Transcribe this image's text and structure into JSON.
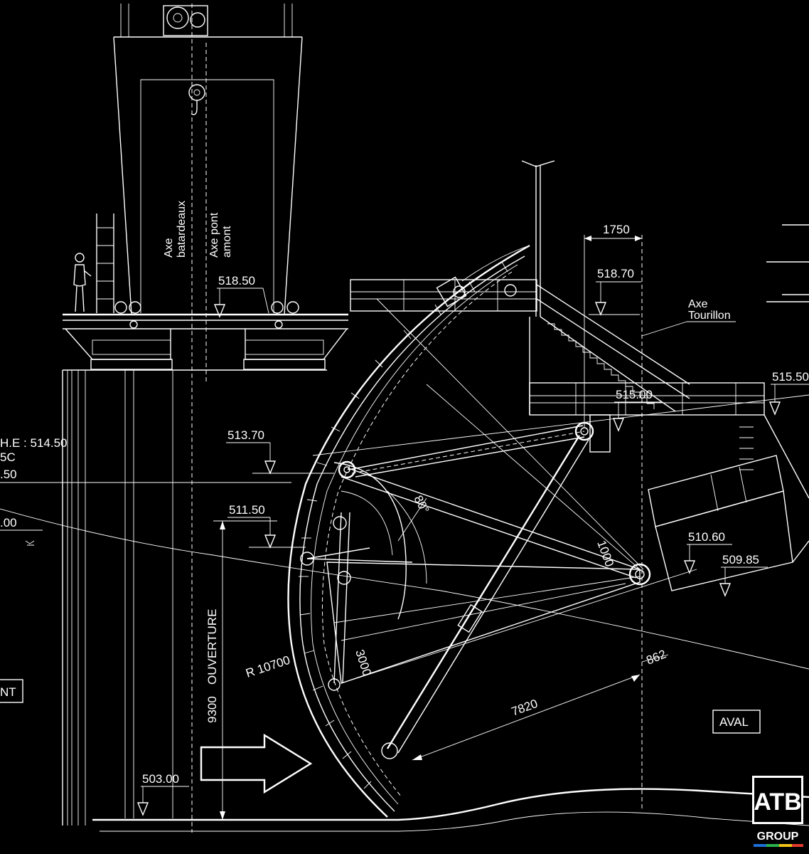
{
  "drawing": {
    "elevations": {
      "bridge": "518.50",
      "tourillon": "518.70",
      "deck_right": "515.50",
      "platform": "515.00",
      "level_513": "513.70",
      "level_511": "511.50",
      "level_510": "510.60",
      "level_509": "509.85",
      "sill": "503.00",
      "phe_1": "H.E : 514.50",
      "phe_2": "5C",
      "phe_3": ".50",
      "phe_4": ".00"
    },
    "dimensions": {
      "width_top": "1750",
      "radius": "R 10700",
      "opening_height": "9300",
      "opening_label": "OUVERTURE",
      "arm_offset": "3000",
      "arm_length": "7820",
      "pin_offset": "862",
      "pin_spacing": "1000",
      "angle": "80°"
    },
    "labels": {
      "axe_batardeaux_1": "Axe",
      "axe_batardeaux_2": "batardeaux",
      "axe_pont_1": "Axe pont",
      "axe_pont_2": "amont",
      "axe_tourillon_1": "Axe",
      "axe_tourillon_2": "Tourillon",
      "amont": "NT",
      "aval": "AVAL"
    },
    "logo": {
      "mark": "ATB",
      "group": "GROUP"
    }
  }
}
